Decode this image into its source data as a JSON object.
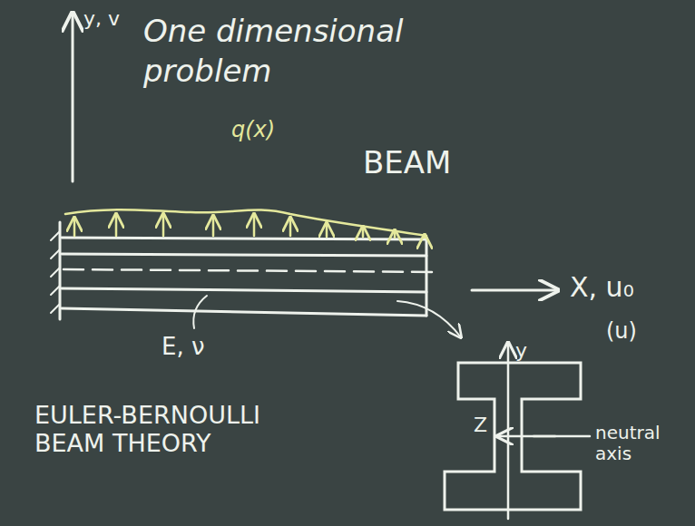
{
  "diagram": {
    "title": "One dimensional problem",
    "labels": [
      "y, v",
      "q(x)",
      "BEAM",
      "E, ν",
      "X, u₀",
      "(u)",
      "EULER-BERNOULLI BEAM THEORY",
      "Z",
      "y",
      "neutral axis"
    ]
  }
}
